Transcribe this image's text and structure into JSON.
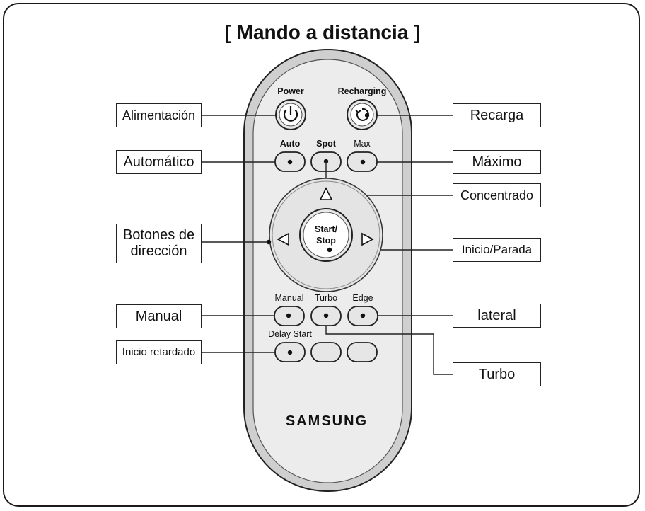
{
  "title": "[ Mando a distancia ]",
  "brand": "SAMSUNG",
  "buttons": {
    "power": "Power",
    "recharging": "Recharging",
    "auto": "Auto",
    "spot": "Spot",
    "max": "Max",
    "start_stop_line1": "Start/",
    "start_stop_line2": "Stop",
    "manual": "Manual",
    "turbo": "Turbo",
    "edge": "Edge",
    "delay_start": "Delay Start"
  },
  "labels": {
    "alimentacion": "Alimentación",
    "automatico": "Automático",
    "botones_line1": "Botones de",
    "botones_line2": "dirección",
    "manual": "Manual",
    "inicio_retardado": "Inicio retardado",
    "recarga": "Recarga",
    "maximo": "Máximo",
    "concentrado": "Concentrado",
    "inicio_parada": "Inicio/Parada",
    "lateral": "lateral",
    "turbo": "Turbo"
  }
}
